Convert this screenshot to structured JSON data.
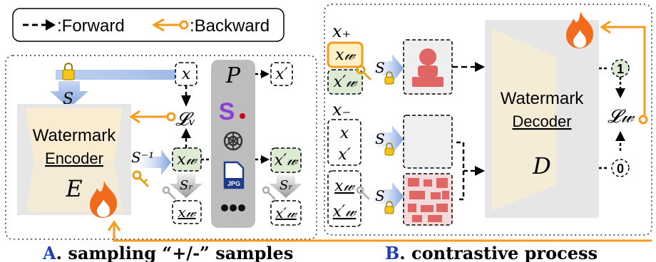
{
  "legend": {
    "forward": "Forward",
    "backward": "Backward",
    "forward_prefix": ":",
    "backward_prefix": ":"
  },
  "encoder": {
    "title": "Watermark",
    "subtitle": "Encoder",
    "symbol": "E"
  },
  "decoder": {
    "title": "Watermark",
    "subtitle": "Decoder",
    "symbol": "D"
  },
  "math": {
    "S": "S",
    "S_inv": "S⁻¹",
    "S_r": "Sᵣ",
    "P": "P",
    "L_v": "𝓛ᵥ",
    "L_w": "𝓛𝓌",
    "x": "x",
    "x_prime": "x′",
    "x_w": "x𝓌",
    "x_w_prime": "x′𝓌",
    "x_plus": "x₊",
    "x_minus": "x₋",
    "one": "1",
    "zero": "0"
  },
  "tools": {
    "jpg_label": "JPG",
    "stable_diffusion_letter": "S"
  },
  "captions": {
    "a_letter": "A",
    "a_text": ". sampling “+/-” samples",
    "b_letter": "B",
    "b_text": ". contrastive process"
  },
  "colors": {
    "orange": "#F59A1B",
    "blue_grad": "#9DB8E6",
    "green_fill": "#DCEBD2",
    "yellow_fill": "#FFF0C6",
    "caption_blue": "#1F3FB5"
  }
}
